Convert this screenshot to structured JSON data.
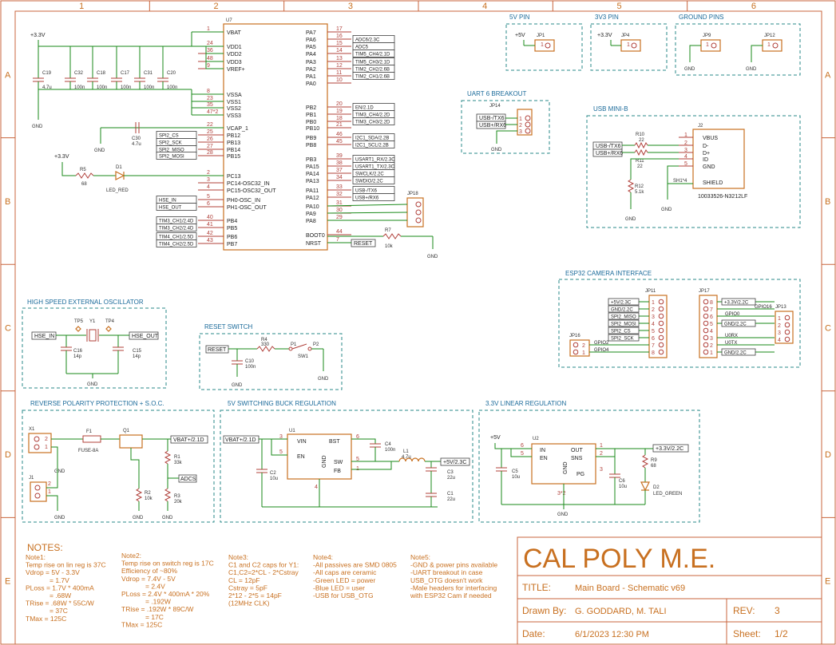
{
  "frame": {
    "columns": [
      "1",
      "2",
      "3",
      "4",
      "5",
      "6"
    ],
    "rows": [
      "A",
      "B",
      "C",
      "D",
      "E"
    ]
  },
  "mcu": {
    "ref": "U7",
    "left_pins": [
      {
        "num": "1",
        "name": "VBAT"
      },
      {
        "num": "24",
        "name": "VDD1"
      },
      {
        "num": "36",
        "name": "VDD2"
      },
      {
        "num": "48",
        "name": "VDD3"
      },
      {
        "num": "9",
        "name": "VREF+"
      },
      {
        "num": "8",
        "name": "VSSA"
      },
      {
        "num": "23",
        "name": "VSS1"
      },
      {
        "num": "35",
        "name": "VSS2"
      },
      {
        "num": "47*2",
        "name": "VSS3"
      },
      {
        "num": "22",
        "name": "VCAP_1"
      },
      {
        "num": "25",
        "name": "PB12"
      },
      {
        "num": "26",
        "name": "PB13"
      },
      {
        "num": "27",
        "name": "PB14"
      },
      {
        "num": "28",
        "name": "PB15"
      },
      {
        "num": "2",
        "name": "PC13"
      },
      {
        "num": "3",
        "name": "PC14-OSC32_IN"
      },
      {
        "num": "4",
        "name": "PC15-OSC32_OUT"
      },
      {
        "num": "5",
        "name": "PH0-OSC_IN"
      },
      {
        "num": "6",
        "name": "PH1-OSC_OUT"
      },
      {
        "num": "40",
        "name": "PB4"
      },
      {
        "num": "41",
        "name": "PB5"
      },
      {
        "num": "42",
        "name": "PB6"
      },
      {
        "num": "43",
        "name": "PB7"
      }
    ],
    "right_pins": [
      {
        "num": "17",
        "name": "PA7"
      },
      {
        "num": "16",
        "name": "PA6"
      },
      {
        "num": "15",
        "name": "PA5"
      },
      {
        "num": "14",
        "name": "PA4"
      },
      {
        "num": "13",
        "name": "PA3"
      },
      {
        "num": "12",
        "name": "PA2"
      },
      {
        "num": "11",
        "name": "PA1"
      },
      {
        "num": "10",
        "name": "PA0"
      },
      {
        "num": "20",
        "name": "PB2"
      },
      {
        "num": "19",
        "name": "PB1"
      },
      {
        "num": "18",
        "name": "PB0"
      },
      {
        "num": "21",
        "name": "PB10"
      },
      {
        "num": "46",
        "name": "PB9"
      },
      {
        "num": "45",
        "name": "PB8"
      },
      {
        "num": "39",
        "name": "PB3"
      },
      {
        "num": "38",
        "name": "PA15"
      },
      {
        "num": "37",
        "name": "PA14"
      },
      {
        "num": "34",
        "name": "PA13"
      },
      {
        "num": "33",
        "name": "PA11"
      },
      {
        "num": "32",
        "name": "PA12"
      },
      {
        "num": "31",
        "name": "PA10"
      },
      {
        "num": "30",
        "name": "PA9"
      },
      {
        "num": "29",
        "name": "PA8"
      },
      {
        "num": "44",
        "name": "BOOT0"
      },
      {
        "num": "7",
        "name": "NRST"
      }
    ],
    "right_nets": [
      "",
      "ADC6/2.3C",
      "ADC5",
      "TIM5_CH4/2.1D",
      "TIM5_CH3/2.1D",
      "TIM2_CH2/2.6B",
      "TIM2_CH1/2.6B",
      "",
      "EN/2.1D",
      "TIM3_CH4/2.2D",
      "TIM3_CH3/2.2D",
      "",
      "I2C1_SDA/2.2B",
      "I2C1_SCL/2.2B",
      "USART1_RX/2.3C",
      "USART1_TX/2.3C",
      "SWCLK/2.2C",
      "SWDIO/2.2C",
      "USB-/TX6",
      "USB+/RX6"
    ],
    "left_nets": [
      "SPI2_CS",
      "SPI2_SCK",
      "SPI2_MISO",
      "SPI2_MOSI",
      "HSE_IN",
      "HSE_OUT",
      "TIM3_CH1/2.4D",
      "TIM3_CH2/2.4D",
      "TIM4_CH1/2.5D",
      "TIM4_CH2/2.5D"
    ]
  },
  "power_caps": {
    "rail": "+3.3V",
    "caps": [
      {
        "ref": "C19",
        "val": "4.7u"
      },
      {
        "ref": "C32",
        "val": "100n"
      },
      {
        "ref": "C18",
        "val": "100n"
      },
      {
        "ref": "C17",
        "val": "100n"
      },
      {
        "ref": "C31",
        "val": "100n"
      },
      {
        "ref": "C20",
        "val": "100n"
      }
    ],
    "gnd": "GND",
    "vcap": {
      "ref": "C30",
      "val": "4.7u"
    }
  },
  "led_red": {
    "rail": "+3.3V",
    "r_ref": "R5",
    "r_val": "68",
    "d_ref": "D1",
    "d_val": "LED_RED"
  },
  "boot": {
    "jp": "JP18",
    "r_ref": "R7",
    "r_val": "10k",
    "reset": "RESET",
    "gnd": "GND"
  },
  "pin_blocks": {
    "p5v": {
      "title": "5V PIN",
      "net": "+5V",
      "ref": "JP1",
      "pin": "1"
    },
    "p3v3": {
      "title": "3V3 PIN",
      "net": "+3.3V",
      "ref": "JP4",
      "pin": "1"
    },
    "gnd": {
      "title": "GROUND PINS",
      "refs": [
        "JP9",
        "JP12"
      ],
      "pin": "1",
      "net": "GND"
    }
  },
  "uart6": {
    "title": "UART 6 BREAKOUT",
    "ref": "JP14",
    "nets": [
      "USB-/TX6",
      "USB+/RX6"
    ],
    "pins": [
      "1",
      "2",
      "3"
    ],
    "gnd": "GND"
  },
  "usb": {
    "title": "USB MINI-B",
    "ref": "J2",
    "part": "10033526-N3212LF",
    "pins": [
      {
        "num": "1",
        "name": "VBUS"
      },
      {
        "num": "2",
        "name": "D-"
      },
      {
        "num": "3",
        "name": "D+"
      },
      {
        "num": "4",
        "name": "ID"
      },
      {
        "num": "5",
        "name": "GND"
      }
    ],
    "shield": "SHIELD",
    "shield_pin": "SH1*4",
    "nets": [
      "USB-/TX6",
      "USB+/RX6"
    ],
    "r10": {
      "ref": "R10",
      "val": "22"
    },
    "r11": {
      "ref": "R11",
      "val": "22"
    },
    "r12": {
      "ref": "R12",
      "val": "5.1k"
    },
    "gnd": "GND"
  },
  "esp32": {
    "title": "ESP32 CAMERA INTERFACE",
    "jp11": "JP11",
    "jp11_nets": [
      "+5V/2.3C",
      "GND/2.2C",
      "SPI2_MISO",
      "SPI2_MOSI",
      "SPI2_CS",
      "SPI2_SCK",
      "GPIO2",
      "GPIO4"
    ],
    "jp17": "JP17",
    "jp17_nets": [
      "+3.3V/2.2C",
      "GPIO16",
      "GPIO0",
      "GND/2.2C",
      "U0RX",
      "U0TX",
      "GND/2.2C"
    ],
    "jp13": "JP13",
    "jp16": "JP16",
    "pins8": [
      "1",
      "2",
      "3",
      "4",
      "5",
      "6",
      "7",
      "8"
    ],
    "pins8r": [
      "8",
      "7",
      "6",
      "5",
      "4",
      "3",
      "2",
      "1"
    ],
    "pins4": [
      "1",
      "2",
      "3",
      "4"
    ],
    "pins2": [
      "2",
      "1"
    ]
  },
  "osc": {
    "title": "HIGH SPEED EXTERNAL OSCILLATOR",
    "in": "HSE_IN",
    "out": "HSE_OUT",
    "tp5": "TP5",
    "tp4": "TP4",
    "y1": "Y1",
    "c16": {
      "ref": "C16",
      "val": "14p"
    },
    "c15": {
      "ref": "C15",
      "val": "14p"
    },
    "gnd": "GND"
  },
  "reset": {
    "title": "RESET SWITCH",
    "net": "RESET",
    "r4": {
      "ref": "R4",
      "val": "330"
    },
    "c10": {
      "ref": "C10",
      "val": "100n"
    },
    "sw": {
      "ref": "SW1",
      "p1": "P1",
      "p2": "P2"
    },
    "gnd": "GND"
  },
  "revpol": {
    "title": "REVERSE POLARITY PROTECTION + S.O.C.",
    "x1": "X1",
    "j1": "J1",
    "f1": {
      "ref": "F1",
      "val": "FUSE-8A"
    },
    "q1": "Q1",
    "vbat": "VBAT+/2.1D",
    "adcs": "ADCS",
    "r1": {
      "ref": "R1",
      "val": "33k"
    },
    "r2": {
      "ref": "R2",
      "val": "10k"
    },
    "r3": {
      "ref": "R3",
      "val": "20k"
    },
    "pins": [
      "2",
      "1"
    ],
    "gnd": "GND"
  },
  "buck": {
    "title": "5V SWITCHING BUCK REGULATION",
    "u": "U1",
    "in_net": "VBAT+/2.1D",
    "out_net": "+5V/2.3C",
    "pins": {
      "vin": "VIN",
      "en": "EN",
      "gnd": "GND",
      "bst": "BST",
      "sw": "SW",
      "fb": "FB"
    },
    "pnums": {
      "vin": "3",
      "en": "5",
      "gnd": "4",
      "bst": "6",
      "sw": "5",
      "fb": "1"
    },
    "c2": {
      "ref": "C2",
      "val": "10u"
    },
    "c4": {
      "ref": "C4",
      "val": "100n"
    },
    "l1": {
      "ref": "L1",
      "val": "4.7u"
    },
    "c3": {
      "ref": "C3",
      "val": "22u"
    },
    "c1": {
      "ref": "C1",
      "val": "22u"
    }
  },
  "ldo": {
    "title": "3.3V LINEAR REGULATION",
    "u": "U2",
    "in": "+5V",
    "out_net": "+3.3V/2.2C",
    "pins": {
      "in": "IN",
      "en": "EN",
      "gnd": "GND",
      "out": "OUT",
      "sns": "SNS",
      "pg": "PG"
    },
    "pnums": {
      "in": "6",
      "en": "5",
      "out": "1",
      "sns": "2",
      "pg": "3",
      "gnd": "3*2"
    },
    "c5": {
      "ref": "C5",
      "val": "10u"
    },
    "c6": {
      "ref": "C6",
      "val": "10u"
    },
    "r9": {
      "ref": "R9",
      "val": "68"
    },
    "d2": {
      "ref": "D2",
      "val": "LED_GREEN"
    },
    "gnd": "GND"
  },
  "notes": {
    "header": "NOTES:",
    "note1": [
      "Note1:",
      "Temp rise on lin reg is 37C",
      "Vdrop = 5V - 3.3V",
      "= 1.7V",
      "PLoss = 1.7V * 400mA",
      "= .68W",
      "TRise = .68W * 55C/W",
      "= 37C",
      "TMax = 125C"
    ],
    "note2": [
      "Note2:",
      "Temp rise on switch reg is 17C",
      "Efficiency of ~80%",
      "Vdrop = 7.4V - 5V",
      "= 2.4V",
      "PLoss = 2.4V * 400mA * 20%",
      "= .192W",
      "TRise = .192W * 89C/W",
      "= 17C",
      "TMax = 125C"
    ],
    "note3": [
      "Note3:",
      "C1 and C2 caps for Y1:",
      "C1,C2=2*CL - 2*Cstray",
      "CL = 12pF",
      "Cstray = 5pF",
      "2*12 - 2*5 = 14pF",
      "(12MHz CLK)"
    ],
    "note4": [
      "Note4:",
      "-All passives are SMD 0805",
      "-All caps are ceramic",
      "-Green LED = power",
      "-Blue LED = user",
      "-USB for USB_OTG"
    ],
    "note5": [
      "Note5:",
      "-GND & power pins available",
      "-UART breakout in case",
      " USB_OTG doesn't work",
      "-Male headers for interfacing",
      " with ESP32 Cam if needed"
    ]
  },
  "title_block": {
    "name": "CAL POLY M.E.",
    "title_label": "TITLE:",
    "title_value": "Main Board - Schematic v69",
    "drawn_label": "Drawn By:",
    "drawn_value": "G. GODDARD, M. TALI",
    "rev_label": "REV:",
    "rev_value": "3",
    "date_label": "Date:",
    "date_value": "6/1/2023 12:30 PM",
    "sheet_label": "Sheet:",
    "sheet_value": "1/2"
  }
}
